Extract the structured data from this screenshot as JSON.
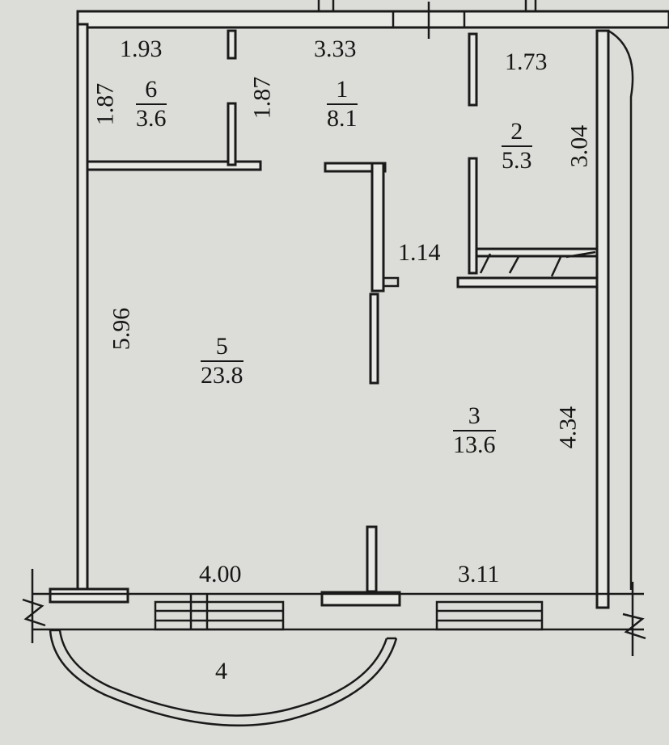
{
  "colors": {
    "wall": "#1a1a1a",
    "paper": "#dcdcd8",
    "wall_fill": "#e8e8e4"
  },
  "rooms": [
    {
      "id": "room-6",
      "number": "6",
      "area": "3.6"
    },
    {
      "id": "room-1",
      "number": "1",
      "area": "8.1"
    },
    {
      "id": "room-2",
      "number": "2",
      "area": "5.3"
    },
    {
      "id": "room-5",
      "number": "5",
      "area": "23.8"
    },
    {
      "id": "room-3",
      "number": "3",
      "area": "13.6"
    }
  ],
  "balcony": {
    "number": "4"
  },
  "dimensions": {
    "d1": "1.93",
    "d2": "3.33",
    "d3": "1.73",
    "d4": "1.87",
    "d5": "1.87",
    "d6": "3.04",
    "d7": "1.14",
    "d8": "5.96",
    "d9": "4.34",
    "d10": "4.00",
    "d11": "3.11"
  }
}
